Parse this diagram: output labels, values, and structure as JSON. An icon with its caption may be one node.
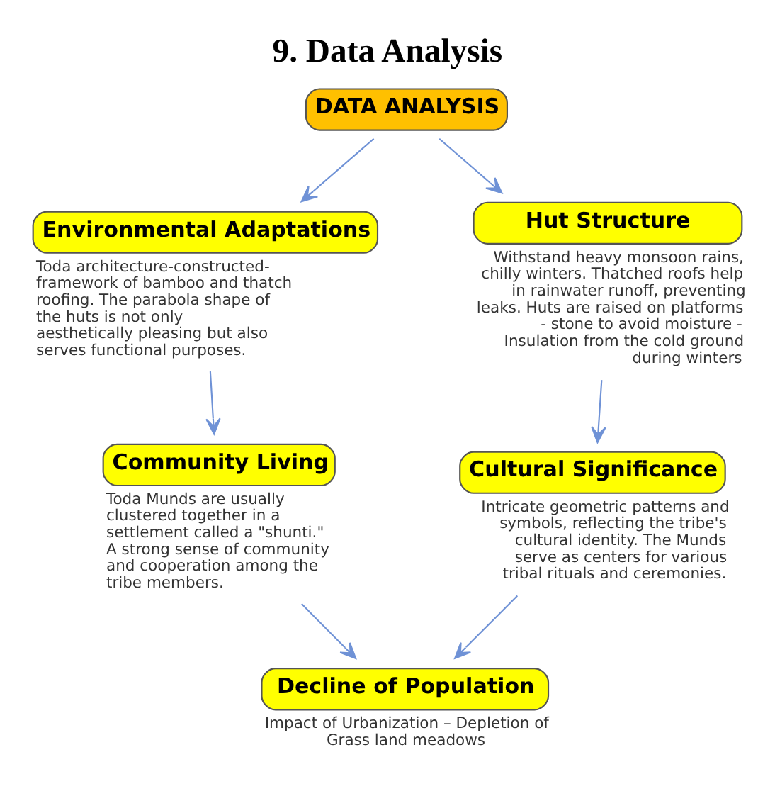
{
  "diagram": {
    "title": "9. Data Analysis",
    "nodes": [
      {
        "text": [
          "DATA ANALYSIS"
        ]
      },
      {
        "text": [
          "Environmental Adaptations"
        ],
        "beside": [
          "Toda architecture-constructed-framework of bamboo and thatch roofing. The parabola shape of the huts is not only aesthetically pleasing but also serves functional purposes."
        ]
      },
      {
        "text": [
          "Hut Structure"
        ],
        "beside": [
          "Withstand heavy monsoon rains, chilly winters. Thatched roofs help in rainwater runoff, preventing leaks. Huts are raised on platforms - stone to avoid moisture - Insulation from the cold ground during winters"
        ]
      },
      {
        "text": [
          "Community Living"
        ],
        "beside": [
          "Toda Munds are usually clustered together in a settlement called a \"shunti.\" A strong sense of community and cooperation among the tribe members."
        ]
      },
      {
        "text": [
          "Cultural Significance"
        ],
        "beside": [
          "Intricate geometric patterns and symbols, reflecting the tribe's cultural identity. The Munds serve as centers for various tribal rituals and ceremonies."
        ]
      },
      {
        "text": [
          "Decline of Population"
        ],
        "beside": [
          "Impact of Urbanization – Depletion of Grass land meadows"
        ]
      }
    ],
    "edges": [
      {
        "from": 0,
        "to": 1,
        "arrow": "to"
      },
      {
        "from": 0,
        "to": 2,
        "arrow": "to"
      },
      {
        "from": 1,
        "to": 3,
        "arrow": "to"
      },
      {
        "from": 2,
        "to": 4,
        "arrow": "to"
      },
      {
        "from": 3,
        "to": 5,
        "arrow": "to"
      },
      {
        "from": 4,
        "to": 5,
        "arrow": "to"
      }
    ]
  }
}
